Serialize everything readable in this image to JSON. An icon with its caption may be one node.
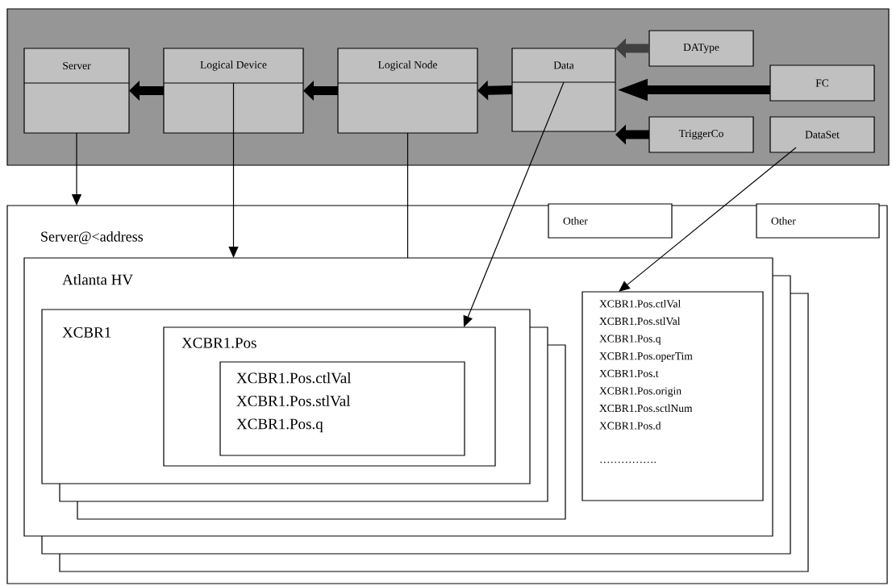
{
  "diagram": {
    "nodes": [
      {
        "text": [],
        "shape": "box"
      },
      {
        "text": [
          "Server"
        ],
        "in": 0
      },
      {
        "text": [
          "Logical Device"
        ],
        "in": 0
      },
      {
        "text": [
          "Logical Node"
        ],
        "in": 0
      },
      {
        "text": [
          "Data"
        ],
        "in": 0
      },
      {
        "text": [
          "DAType"
        ],
        "in": 0
      },
      {
        "text": [
          "FC"
        ],
        "in": 0
      },
      {
        "text": [
          "TriggerCo"
        ],
        "in": 0
      },
      {
        "text": [
          "DataSet"
        ],
        "in": 0
      },
      {
        "text": [
          "Server@<address"
        ]
      },
      {
        "text": [
          "Other"
        ],
        "in": 9
      },
      {
        "text": [
          "Other"
        ],
        "in": 9
      },
      {
        "text": [
          "Atlanta  HV"
        ],
        "in": 9
      },
      {
        "text": [
          "XCBR1"
        ],
        "in": 12
      },
      {
        "text": [
          "XCBR1.Pos"
        ],
        "in": 13
      },
      {
        "text": [
          "XCBR1.Pos.ctlVal",
          "XCBR1.Pos.stlVal",
          "XCBR1.Pos.q"
        ],
        "in": 14
      },
      {
        "text": [
          "XCBR1.Pos.ctlVal",
          "XCBR1.Pos.stlVal",
          "XCBR1.Pos.q",
          "XCBR1.Pos.operTim",
          "XCBR1.Pos.t",
          "XCBR1.Pos.origin",
          "XCBR1.Pos.sctlNum",
          "XCBR1.Pos.d",
          "……………."
        ],
        "in": 12
      }
    ],
    "edges": [
      {
        "from": 2,
        "to": 1,
        "arrow": "to"
      },
      {
        "from": 3,
        "to": 2,
        "arrow": "to"
      },
      {
        "from": 4,
        "to": 3,
        "arrow": "to"
      },
      {
        "from": 5,
        "to": 4,
        "arrow": "to",
        "color": "#404040"
      },
      {
        "from": 6,
        "to": 4,
        "arrow": "to"
      },
      {
        "from": 7,
        "to": 4,
        "arrow": "to"
      },
      {
        "from": 1,
        "to": 9,
        "arrow": "to"
      },
      {
        "from": 2,
        "to": 12,
        "arrow": "to"
      },
      {
        "from": 3,
        "to": 12,
        "arrow": "none"
      },
      {
        "from": 4,
        "to": 14,
        "arrow": "to"
      },
      {
        "from": 8,
        "to": 16,
        "arrow": "to"
      }
    ]
  }
}
